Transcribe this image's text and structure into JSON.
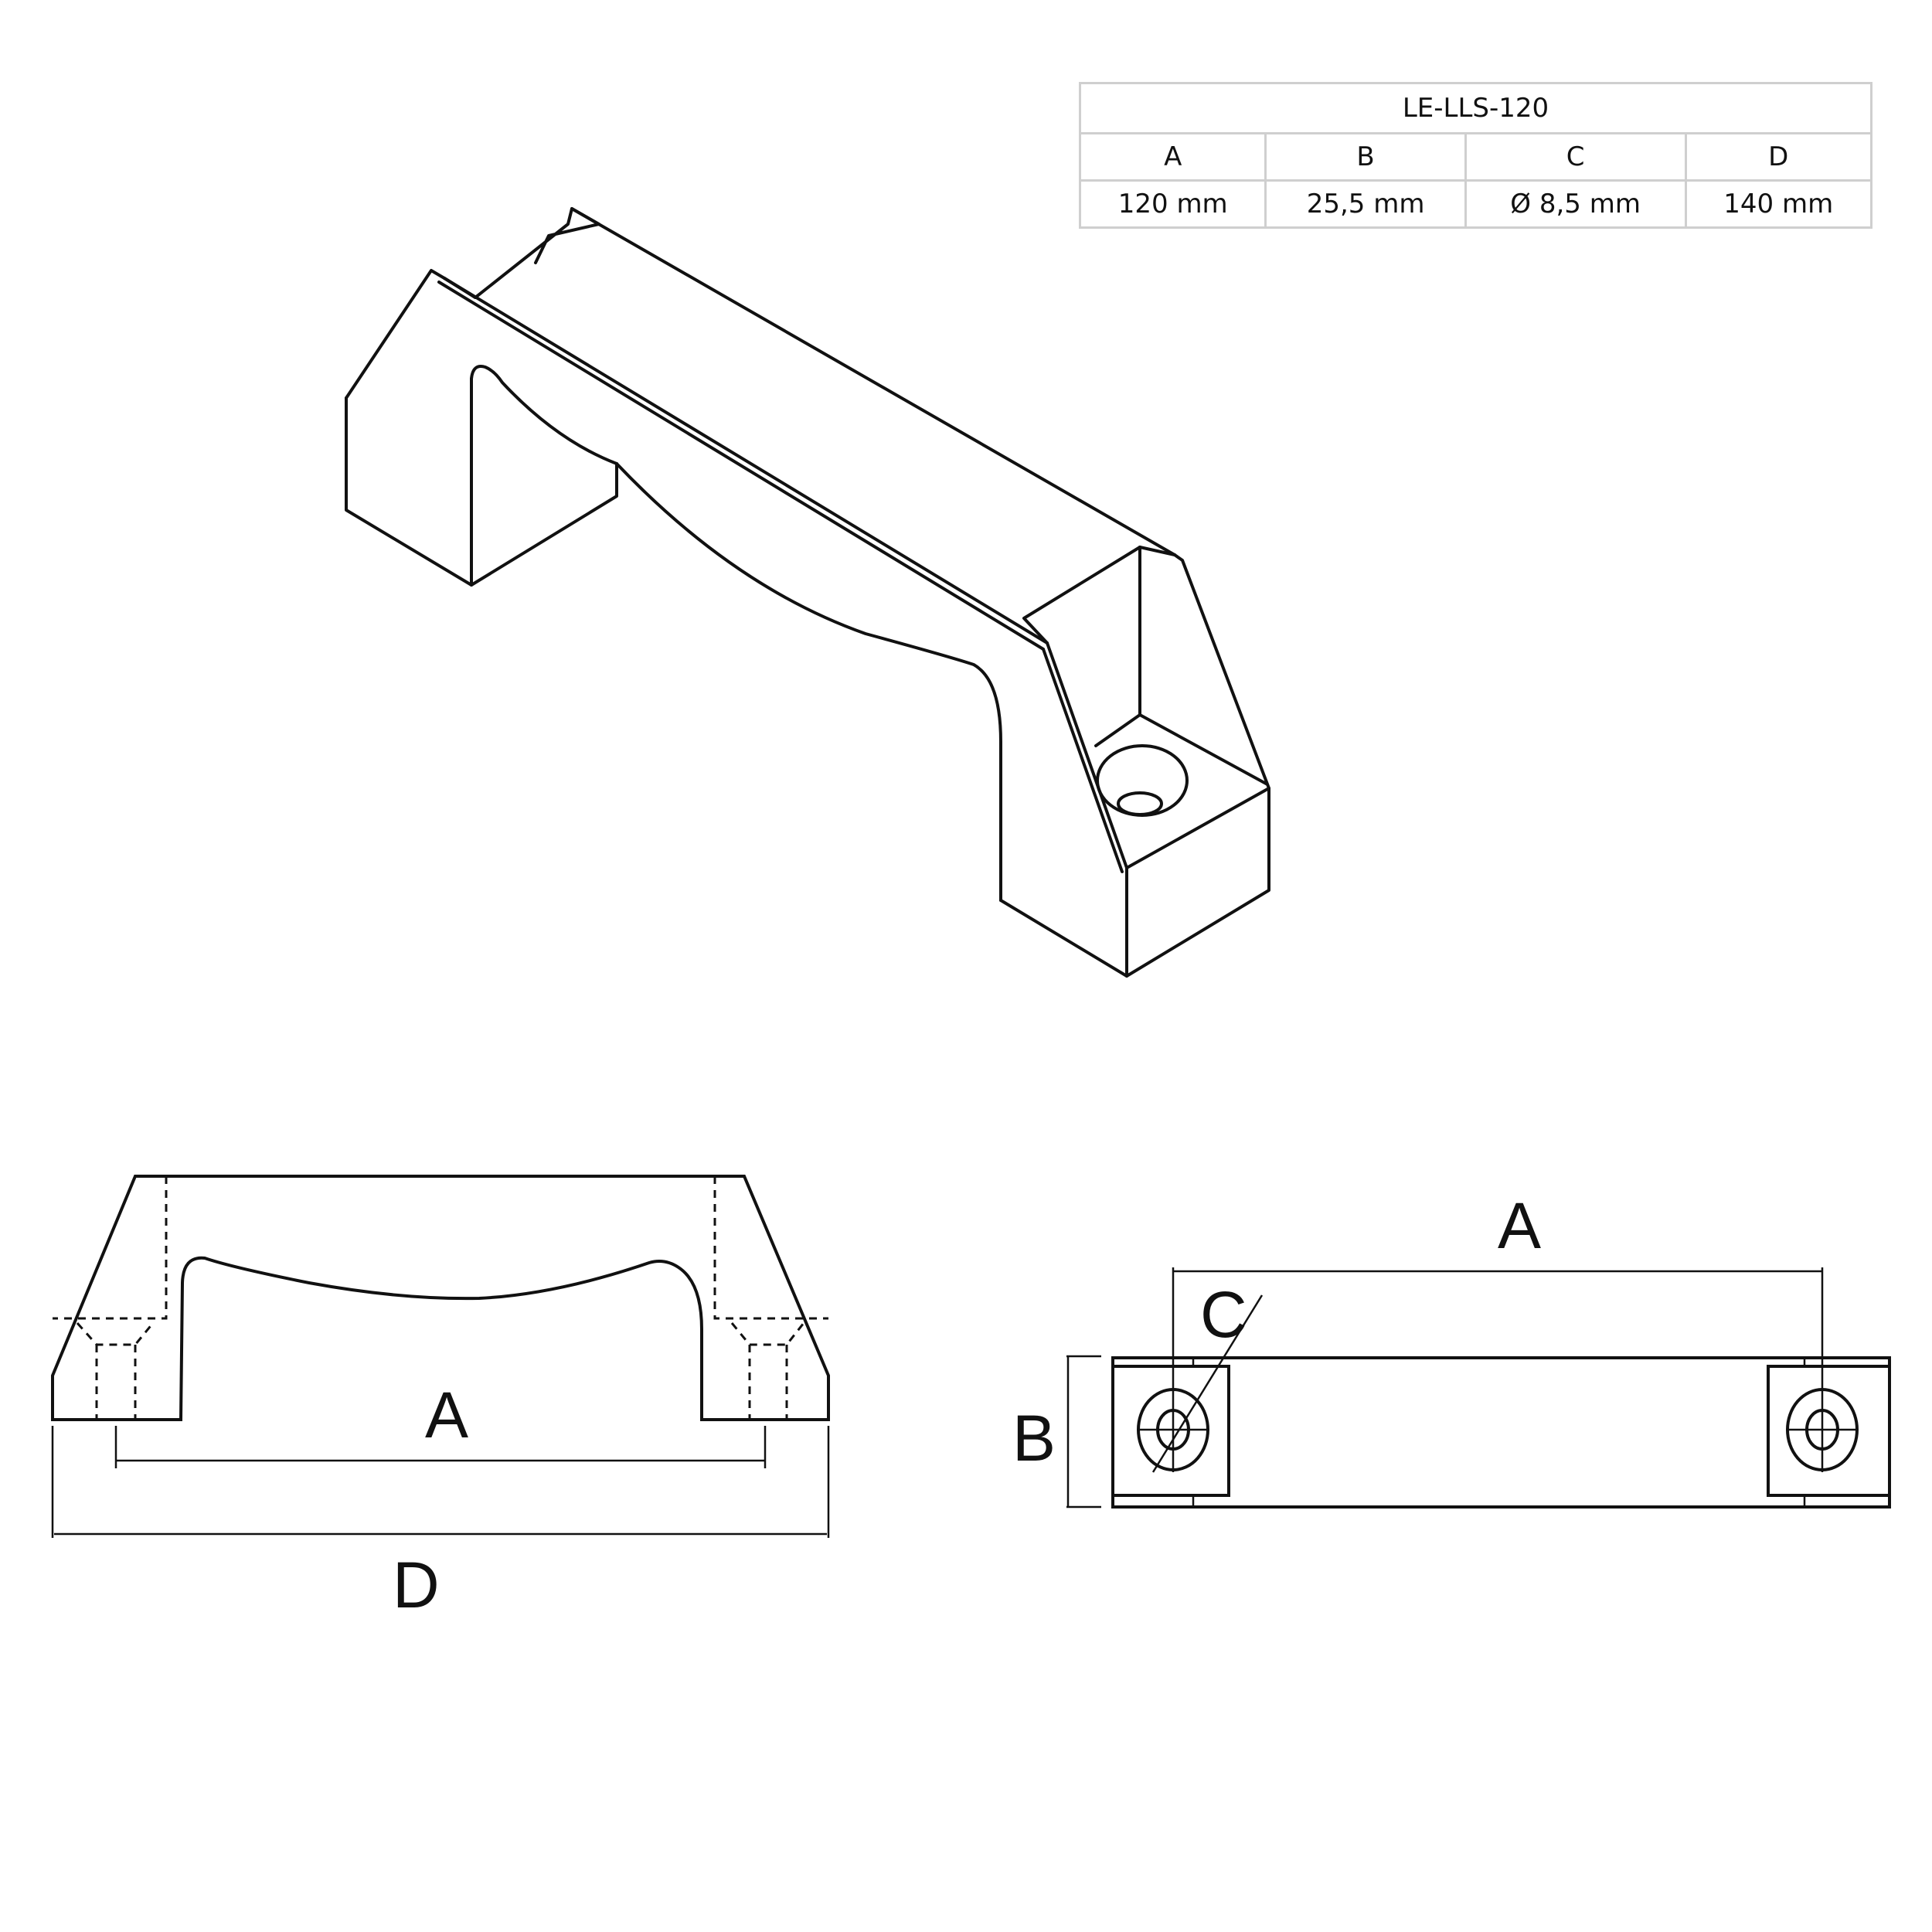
{
  "spec_table": {
    "model": "LE-LLS-120",
    "headers": [
      "A",
      "B",
      "C",
      "D"
    ],
    "values": [
      "120 mm",
      "25,5 mm",
      "Ø 8,5 mm",
      "140 mm"
    ]
  },
  "side_view": {
    "label_a": "A",
    "label_d": "D"
  },
  "top_view": {
    "label_a": "A",
    "label_b": "B",
    "label_c": "C"
  },
  "colors": {
    "line": "#111111",
    "table_border": "#cfcfcf",
    "background": "#ffffff"
  }
}
